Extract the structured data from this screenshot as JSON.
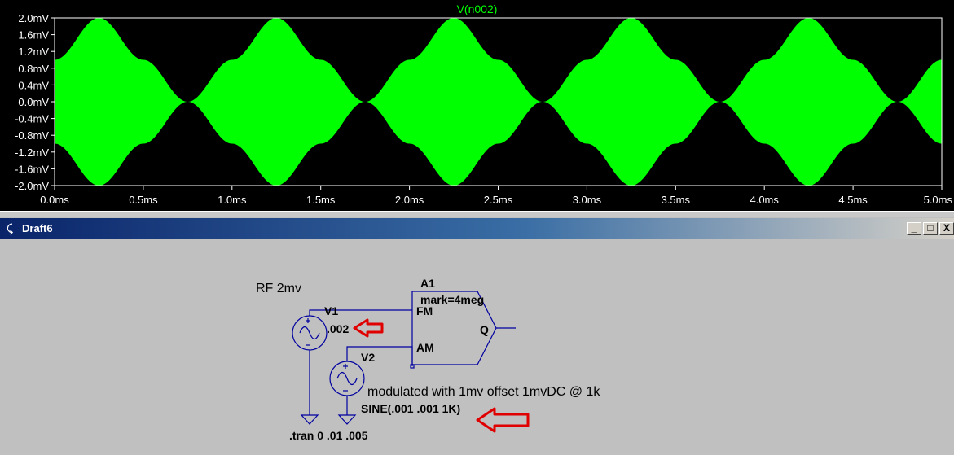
{
  "plot": {
    "title": "V(n002)",
    "background_color": "#000000",
    "trace_color": "#00ff00",
    "axis_color": "#ffffff"
  },
  "chart_data": {
    "type": "area",
    "title": "V(n002)",
    "xlabel": "",
    "ylabel": "",
    "x_unit": "ms",
    "y_unit": "mV",
    "xlim": [
      0,
      5
    ],
    "ylim": [
      -2,
      2
    ],
    "x_ticks": [
      "0.0ms",
      "0.5ms",
      "1.0ms",
      "1.5ms",
      "2.0ms",
      "2.5ms",
      "3.0ms",
      "3.5ms",
      "4.0ms",
      "4.5ms",
      "5.0ms"
    ],
    "y_ticks": [
      "2.0mV",
      "1.6mV",
      "1.2mV",
      "0.8mV",
      "0.4mV",
      "0.0mV",
      "-0.4mV",
      "-0.8mV",
      "-1.2mV",
      "-1.6mV",
      "-2.0mV"
    ],
    "grid": false,
    "series": [
      {
        "name": "V(n002)",
        "envelope_x": [
          0,
          0.25,
          0.5,
          0.75,
          1.0,
          1.25,
          1.5,
          1.75,
          2.0,
          2.25,
          2.5,
          2.75,
          3.0,
          3.25,
          3.5,
          3.75,
          4.0,
          4.25,
          4.5,
          4.75,
          5.0
        ],
        "envelope_upper": [
          1.0,
          2.0,
          1.0,
          0.0,
          1.0,
          2.0,
          1.0,
          0.0,
          1.0,
          2.0,
          1.0,
          0.0,
          1.0,
          2.0,
          1.0,
          0.0,
          1.0,
          2.0,
          1.0,
          0.0,
          1.0
        ],
        "envelope_lower": [
          -1.0,
          -2.0,
          -1.0,
          0.0,
          -1.0,
          -2.0,
          -1.0,
          0.0,
          -1.0,
          -2.0,
          -1.0,
          0.0,
          -1.0,
          -2.0,
          -1.0,
          0.0,
          -1.0,
          -2.0,
          -1.0,
          0.0,
          -1.0
        ]
      }
    ]
  },
  "window": {
    "title": "Draft6",
    "minimize": "_",
    "maximize": "□",
    "close": "X"
  },
  "schematic": {
    "rf_note": "RF 2mv",
    "v1_name": "V1",
    "v1_value": ".002",
    "v2_name": "V2",
    "v2_value": "SINE(.001 .001 1K)",
    "a1_name": "A1",
    "a1_param": "mark=4meg",
    "pin_fm": "FM",
    "pin_am": "AM",
    "pin_q": "Q",
    "mod_note": "modulated with 1mv offset 1mvDC @ 1k",
    "tran_cmd": ".tran 0 .01 .005",
    "wire_color": "#0000a0",
    "arrow_color": "#e00000"
  }
}
